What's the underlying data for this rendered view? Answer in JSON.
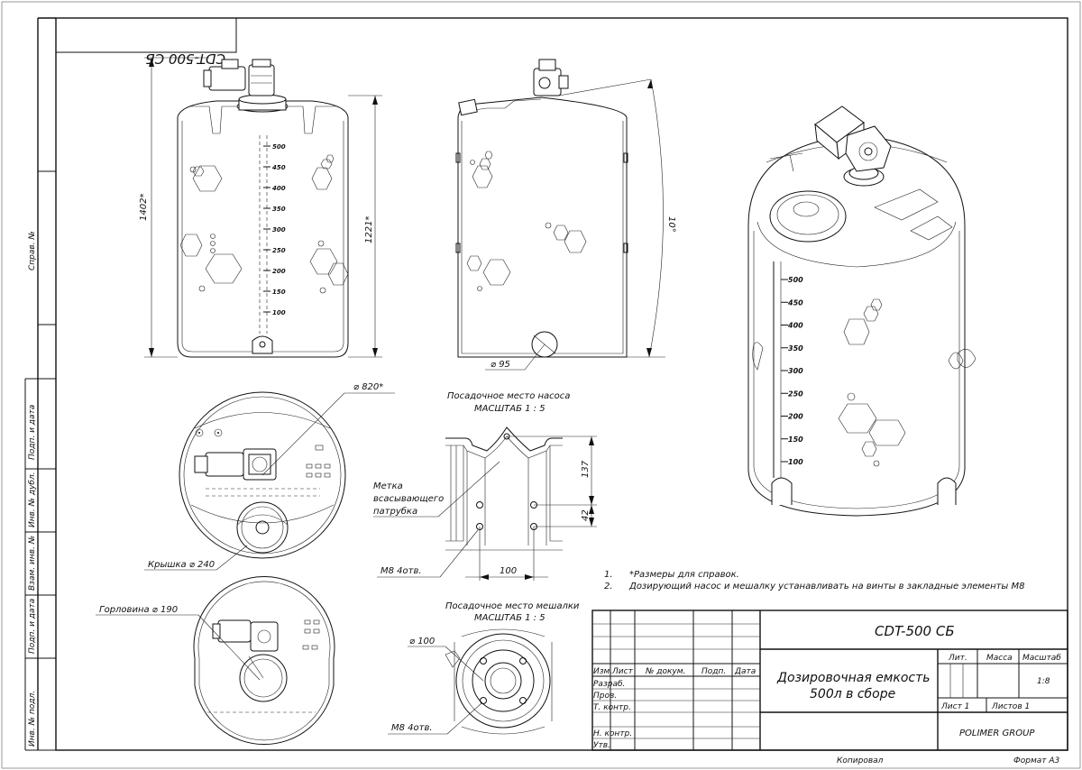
{
  "sheet": {
    "mirrored_code": "CDT-500 СБ",
    "format": "Формат А3",
    "copied": "Копировал"
  },
  "side_stamp": {
    "sprav": "Справ. №",
    "podp_data_1": "Подп. и дата",
    "inv_dubl": "Инв. № дубл.",
    "vzam_inv": "Взам. инв. №",
    "podp_data_2": "Подп. и дата",
    "inv_podl": "Инв. № подл."
  },
  "dimensions": {
    "height_total": "1402*",
    "height_body": "1221*",
    "angle": "10°",
    "diam_outlet": "⌀ 95",
    "diam_body": "⌀ 820*",
    "lid": "Крышка ⌀ 240",
    "neck": "Горловина ⌀ 190",
    "pump_dim_137": "137",
    "pump_dim_42": "42",
    "pump_dim_100": "100",
    "mixer_dim_100": "⌀ 100"
  },
  "scale_marks": [
    "500",
    "450",
    "400",
    "350",
    "300",
    "250",
    "200",
    "150",
    "100"
  ],
  "pump_seat": {
    "title": "Посадочное место насоса",
    "scale": "МАСШТАБ 1 : 5",
    "mark_line1": "Метка",
    "mark_line2": "всасывающего",
    "mark_line3": "патрубка",
    "m8": "M8 4отв."
  },
  "mixer_seat": {
    "title": "Посадочное место мешалки",
    "scale": "МАСШТАБ 1 : 5",
    "m8": "M8 4отв."
  },
  "notes": {
    "n1_num": "1.",
    "n1": "*Размеры для справок.",
    "n2_num": "2.",
    "n2": "Дозирующий насос и мешалку устанавливать на винты в закладные элементы M8"
  },
  "title_block": {
    "code": "CDT-500 СБ",
    "name_line1": "Дозировочная емкость",
    "name_line2": "500л в сборе",
    "col_izm": "Изм.",
    "col_list": "Лист",
    "col_doc": "№ докум.",
    "col_podp": "Подп.",
    "col_data": "Дата",
    "razrab": "Разраб.",
    "prov": "Пров.",
    "tkontr": "Т. контр.",
    "nkontr": "Н. контр.",
    "utv": "Утв.",
    "lit": "Лит.",
    "massa": "Масса",
    "masshtab": "Масштаб",
    "scale_val": "1:8",
    "sheet": "Лист 1",
    "sheets": "Листов 1",
    "company": "POLIMER GROUP"
  }
}
